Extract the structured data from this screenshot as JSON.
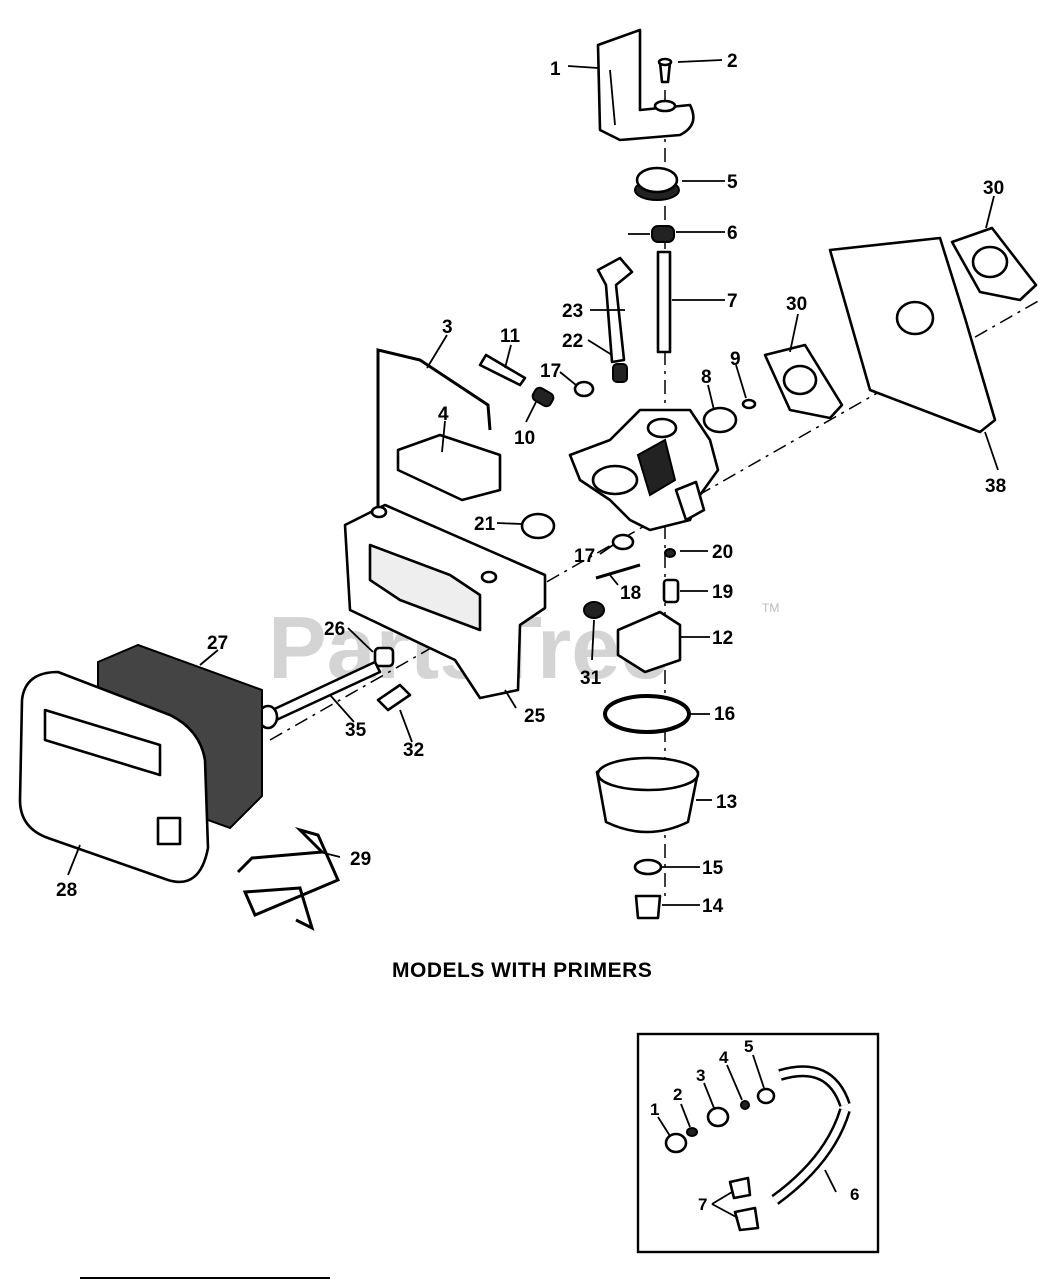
{
  "watermark": {
    "brand": "PartsTree",
    "mark": "TM"
  },
  "caption": "MODELS WITH PRIMERS",
  "main_callouts": {
    "c1": "1",
    "c2": "2",
    "c3": "3",
    "c4": "4",
    "c5": "5",
    "c6": "6",
    "c7": "7",
    "c8": "8",
    "c9": "9",
    "c10": "10",
    "c11": "11",
    "c12": "12",
    "c13": "13",
    "c14": "14",
    "c15": "15",
    "c16": "16",
    "c17a": "17",
    "c17b": "17",
    "c18": "18",
    "c19": "19",
    "c20": "20",
    "c21": "21",
    "c22": "22",
    "c23": "23",
    "c25": "25",
    "c26": "26",
    "c27": "27",
    "c28": "28",
    "c29": "29",
    "c30a": "30",
    "c30b": "30",
    "c31": "31",
    "c32": "32",
    "c35": "35",
    "c38": "38"
  },
  "inset_callouts": {
    "i1": "1",
    "i2": "2",
    "i3": "3",
    "i4": "4",
    "i5": "5",
    "i6": "6",
    "i7": "7"
  }
}
